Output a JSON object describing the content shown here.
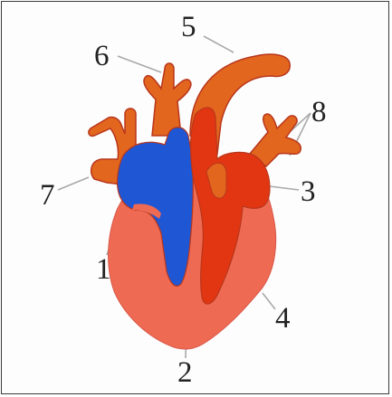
{
  "diagram": {
    "labels": [
      "1",
      "2",
      "3",
      "4",
      "5",
      "6",
      "7",
      "8"
    ]
  },
  "colors": {
    "ventricle": "#ee6a52",
    "artery": "#e2661e",
    "aorta_inner": "#e23612",
    "blue": "#1f56d4",
    "outline": "#b8361c",
    "leader": "#a9a9a9"
  }
}
